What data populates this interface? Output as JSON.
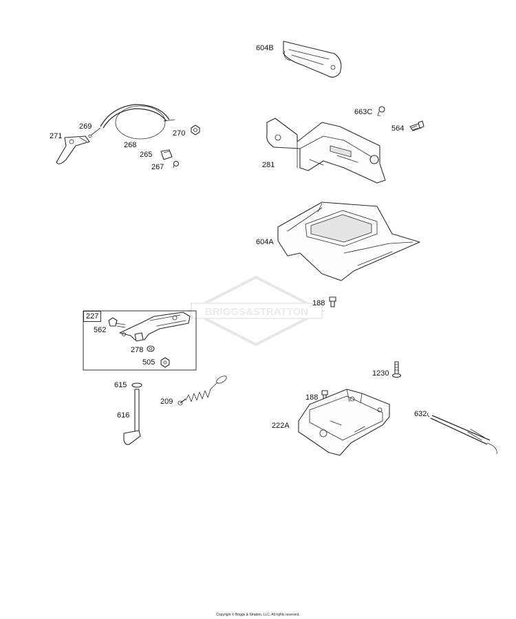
{
  "diagram": {
    "watermark": "BRIGGS&STRATTON",
    "kit_box_label": "227",
    "copyright": "Copyright © Briggs & Stratton, LLC. All rights reserved.",
    "callouts": {
      "c604B": "604B",
      "c663C": "663C",
      "c564": "564",
      "c281": "281",
      "c604A": "604A",
      "c188a": "188",
      "c269": "269",
      "c271": "271",
      "c268": "268",
      "c270": "270",
      "c265": "265",
      "c267": "267",
      "c562": "562",
      "c278": "278",
      "c505": "505",
      "c615": "615",
      "c616": "616",
      "c209": "209",
      "c1230": "1230",
      "c188b": "188",
      "c222A": "222A",
      "c632": "632"
    }
  }
}
